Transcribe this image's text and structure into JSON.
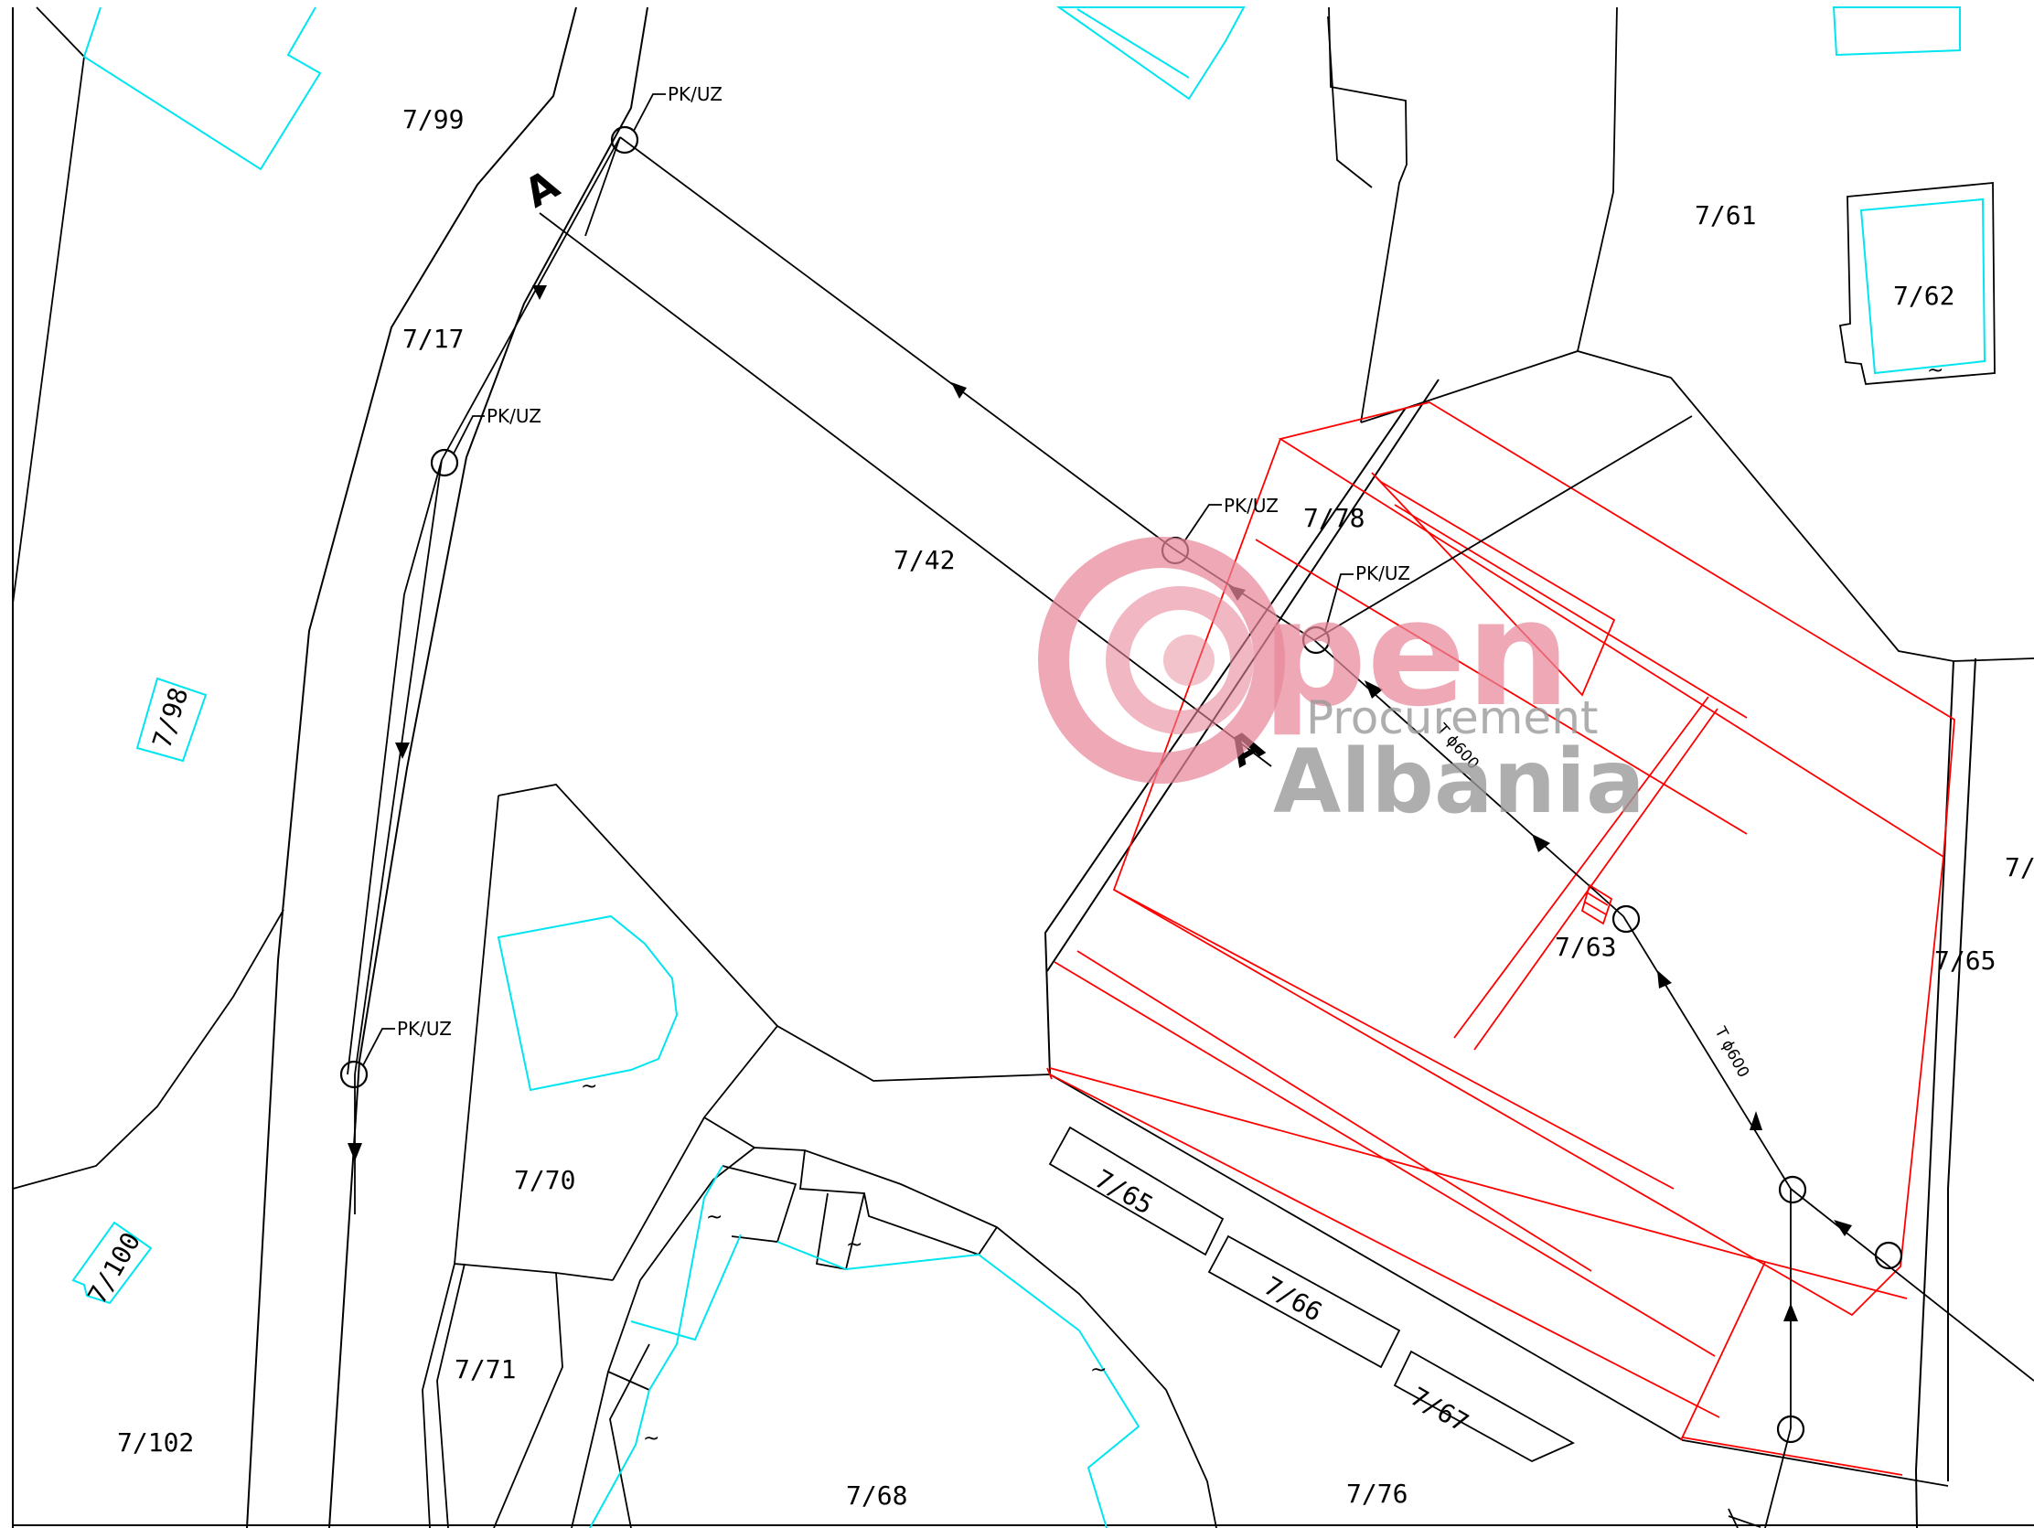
{
  "parcels": {
    "p7_99": "7/99",
    "p7_17": "7/17",
    "p7_42": "7/42",
    "p7_78": "7/78",
    "p7_61": "7/61",
    "p7_62": "7/62",
    "p7_98": "7/98",
    "p7_63": "7/63",
    "p7_65_right": "7/65",
    "p7_65_right_cut": "7/",
    "p7_70": "7/70",
    "p7_71": "7/71",
    "p7_100": "7/100",
    "p7_102": "7/102",
    "p7_68": "7/68",
    "p7_76": "7/76",
    "p7_65_block": "7/65",
    "p7_66": "7/66",
    "p7_67": "7/67"
  },
  "manholes": {
    "label": "PK/UZ"
  },
  "pipes": {
    "label": "T ϕ600"
  },
  "section": {
    "marker": "A"
  },
  "watermark": {
    "word": "pen",
    "line1": "Procurement",
    "line2": "Albania"
  },
  "colors": {
    "parcel_lines": "#000000",
    "buildings": "#00e5f0",
    "project": "#ff0000",
    "watermark_pink": "#e8879a",
    "watermark_grey": "#9a9a9a"
  }
}
